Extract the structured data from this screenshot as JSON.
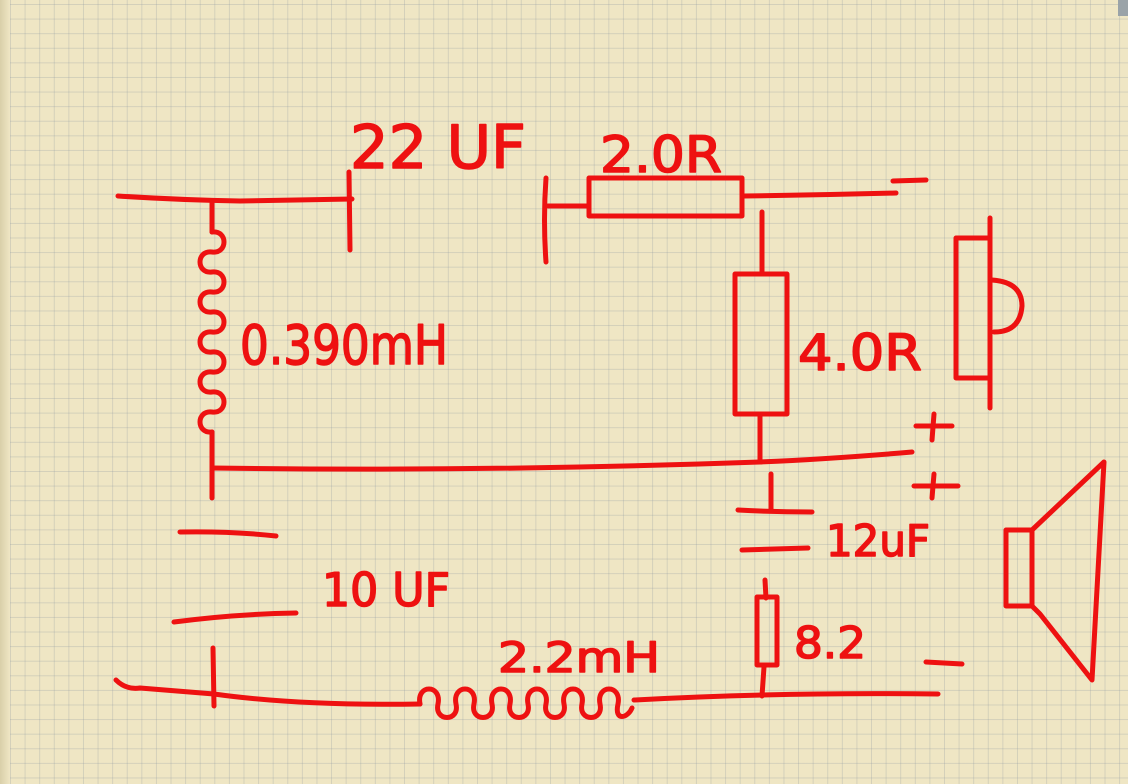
{
  "diagram": {
    "ink_color": "#ee1111",
    "paper_color": "#efe6c4",
    "grid_color": "#b7bcbf",
    "components": {
      "c_series": "22 UF",
      "r_series": "2.0R",
      "l_shunt": "0.390mH",
      "r_shunt": "4.0R",
      "c_zobel": "12uF",
      "r_zobel": "8.2",
      "c_bottom": "10 UF",
      "l_bottom": "2.2mH"
    },
    "polarity": {
      "plus_upper": "+",
      "plus_lower": "+",
      "minus": "-"
    },
    "icons": [
      "tweeter-icon",
      "speaker-icon"
    ]
  }
}
